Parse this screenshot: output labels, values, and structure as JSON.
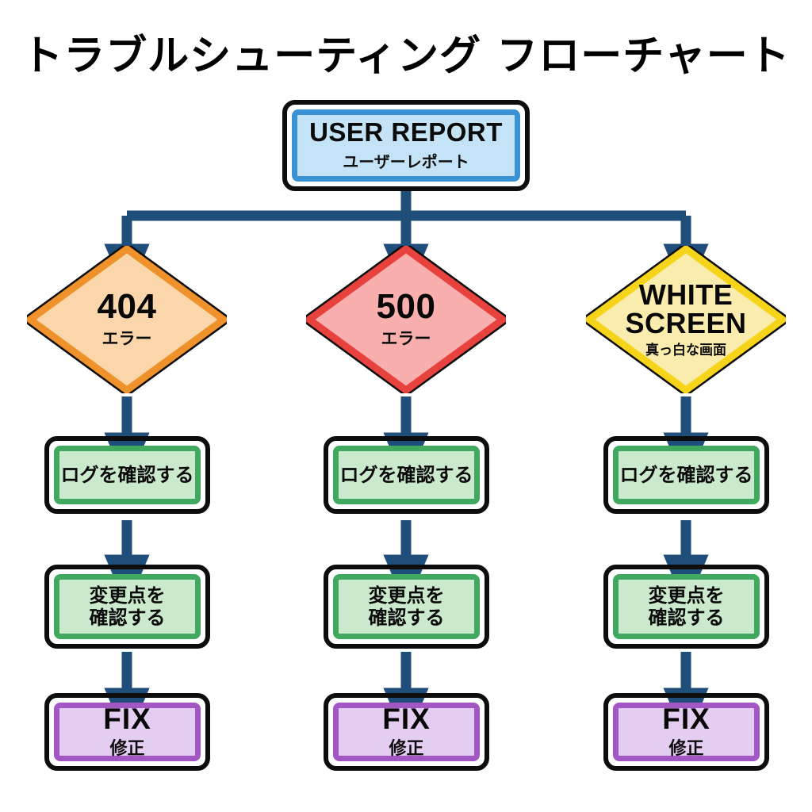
{
  "page": {
    "title": "トラブルシューティング フローチャート",
    "background_color": "#ffffff"
  },
  "colors": {
    "connector": "#1f4e7b",
    "node_outline": "#0d0d0d",
    "report_fill": "#c5e3f6",
    "report_border": "#3a92d4",
    "error404_fill": "#fad6aa",
    "error404_border": "#f0922b",
    "error500_fill": "#f8afae",
    "error500_border": "#e8423e",
    "whitescreen_fill": "#faecac",
    "whitescreen_border": "#f5d419",
    "process_fill": "#cbe9cd",
    "process_border": "#41a85f",
    "fix_fill": "#e3cdf0",
    "fix_border": "#a357c4"
  },
  "report": {
    "title": "USER REPORT",
    "subtitle": "ユーザーレポート"
  },
  "branches": [
    {
      "id": "error-404",
      "symptom": {
        "main": "404",
        "sub": "エラー"
      },
      "steps": [
        {
          "text": "ログを確認する"
        },
        {
          "line1": "変更点を",
          "line2": "確認する"
        }
      ],
      "fix": {
        "title": "FIX",
        "subtitle": "修正"
      }
    },
    {
      "id": "error-500",
      "symptom": {
        "main": "500",
        "sub": "エラー"
      },
      "steps": [
        {
          "text": "ログを確認する"
        },
        {
          "line1": "変更点を",
          "line2": "確認する"
        }
      ],
      "fix": {
        "title": "FIX",
        "subtitle": "修正"
      }
    },
    {
      "id": "white-screen",
      "symptom": {
        "main_line1": "WHITE",
        "main_line2": "SCREEN",
        "sub": "真っ白な画面"
      },
      "steps": [
        {
          "text": "ログを確認する"
        },
        {
          "line1": "変更点を",
          "line2": "確認する"
        }
      ],
      "fix": {
        "title": "FIX",
        "subtitle": "修正"
      }
    }
  ]
}
